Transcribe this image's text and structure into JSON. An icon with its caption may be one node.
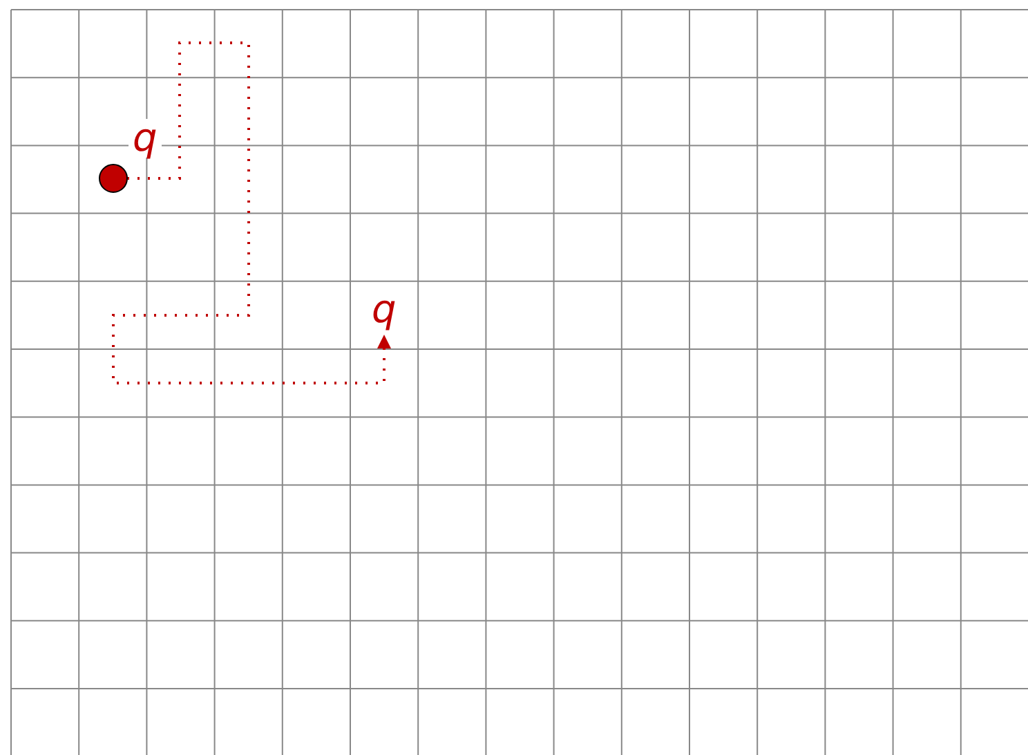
{
  "diagram": {
    "nodes": [
      {
        "text": [],
        "shape": "circle"
      },
      {
        "text": [
          "q"
        ]
      },
      {
        "text": [
          "q"
        ]
      }
    ],
    "edges": [
      {
        "from": 0,
        "to": 2,
        "arrow": "to",
        "style": "dashed",
        "color": "#c00000"
      }
    ]
  }
}
